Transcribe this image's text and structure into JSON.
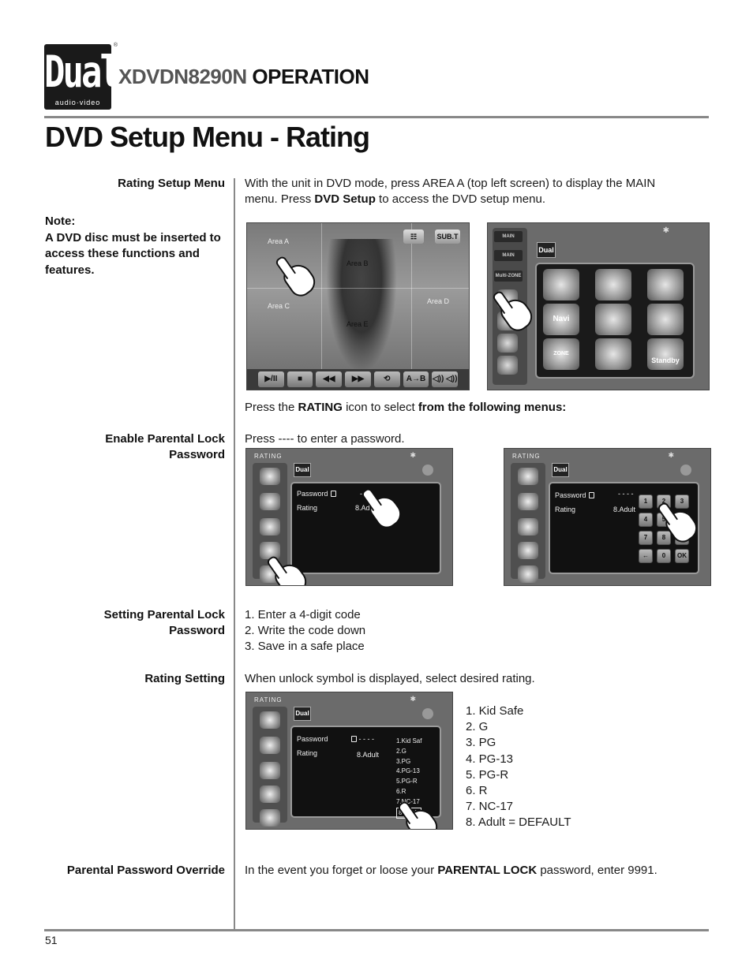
{
  "header": {
    "logo_word": "Dual",
    "logo_sub": "audio·video",
    "logo_reg": "®",
    "model": "XDVDN8290N",
    "section": "OPERATION"
  },
  "page_title": "DVD Setup Menu - Rating",
  "labels": {
    "rating_setup_menu": "Rating Setup Menu",
    "note_title": "Note:",
    "note_body": "A DVD disc must be inserted to access these functions and features.",
    "enable_line1": "Enable Parental Lock",
    "enable_line2": "Password",
    "setting_line1": "Setting Parental Lock",
    "setting_line2": "Password",
    "rating_setting": "Rating Setting",
    "override": "Parental Password Override"
  },
  "body": {
    "intro_1": "With the unit in DVD mode, press AREA A (top left screen) to display the MAIN",
    "intro_2a": "menu. Press ",
    "intro_2b": "DVD Setup",
    "intro_2c": " to access the DVD setup menu.",
    "press_a": "Press the ",
    "press_b": "RATING",
    "press_c": " icon to select ",
    "press_d": "from the following menus:",
    "enter_password": "Press ---- to enter a password.",
    "steps": [
      "1. Enter a 4-digit code",
      "2. Write the code down",
      "3. Save in a safe place"
    ],
    "unlock": "When unlock symbol is displayed, select desired rating.",
    "ratings": [
      "1. Kid Safe",
      "2. G",
      "3. PG",
      "4. PG-13",
      "5. PG-R",
      "6. R",
      "7. NC-17",
      "8. Adult = DEFAULT"
    ],
    "override_a": "In the event you forget or loose your ",
    "override_b": "PARENTAL LOCK",
    "override_c": " password, enter 9991."
  },
  "screen_video": {
    "area_a": "Area A",
    "area_b": "Area B",
    "area_c": "Area C",
    "area_d": "Area D",
    "area_e": "Area E",
    "btn_menu": "☷",
    "btn_subt": "SUB.T",
    "controls": [
      "▶/II",
      "■",
      "◀◀",
      "▶▶",
      "⟲",
      "A→B",
      "◁)) ◁))"
    ]
  },
  "screen_main": {
    "side_main1": "MAIN",
    "side_main2": "MAIN",
    "side_multi": "Multi-ZONE",
    "dual": "Dual",
    "bt": "✱",
    "tile_navi": "Navi",
    "tile_standby": "Standby",
    "tile_zone": "ZONE"
  },
  "screen_rating": {
    "header": "RATING",
    "dual": "Dual",
    "bt": "✱",
    "password_label": "Password",
    "rating_label": "Rating",
    "password_dashes": "- - - -",
    "rating_value": "8.Adult",
    "rating_value_short": "8.Adu",
    "password_short": "- -",
    "keys": [
      "1",
      "2",
      "3",
      "4",
      "5",
      "6",
      "7",
      "8",
      "9",
      "←",
      "0",
      "OK"
    ],
    "rating_options": [
      "1.Kid  Saf",
      "2.G",
      "3.PG",
      "4.PG-13",
      "5.PG-R",
      "6.R",
      "7.NC-17",
      "8.Adult"
    ]
  },
  "page_number": "51"
}
